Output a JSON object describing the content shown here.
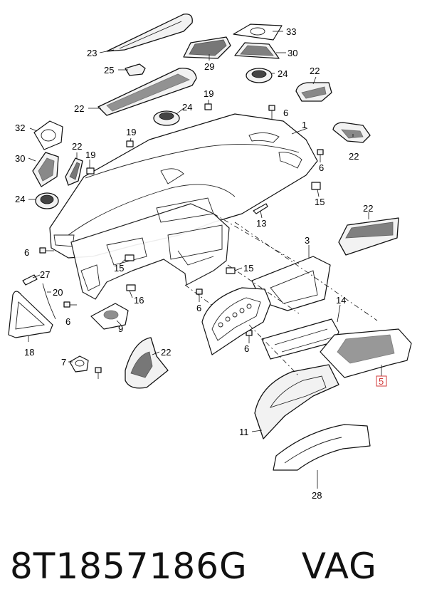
{
  "callouts": {
    "c1": "1",
    "c3": "3",
    "c5": "5",
    "c6a": "6",
    "c6b": "6",
    "c6c": "6",
    "c6d": "6",
    "c6e": "6",
    "c6f": "6",
    "c7": "7",
    "c9": "9",
    "c11": "11",
    "c13": "13",
    "c14": "14",
    "c15a": "15",
    "c15b": "15",
    "c15c": "15",
    "c16": "16",
    "c18": "18",
    "c19a": "19",
    "c19b": "19",
    "c19c": "19",
    "c20": "20",
    "c22a": "22",
    "c22b": "22",
    "c22c": "22",
    "c22d": "22",
    "c22e": "22",
    "c22f": "22",
    "c23": "23",
    "c24a": "24",
    "c24b": "24",
    "c24c": "24",
    "c25": "25",
    "c27": "27",
    "c28": "28",
    "c29": "29",
    "c30a": "30",
    "c30b": "30",
    "c32": "32",
    "c33": "33"
  },
  "highlight_color": "#d23a3a",
  "caption": {
    "part_number": "8T1857186G",
    "brand": "VAG"
  }
}
